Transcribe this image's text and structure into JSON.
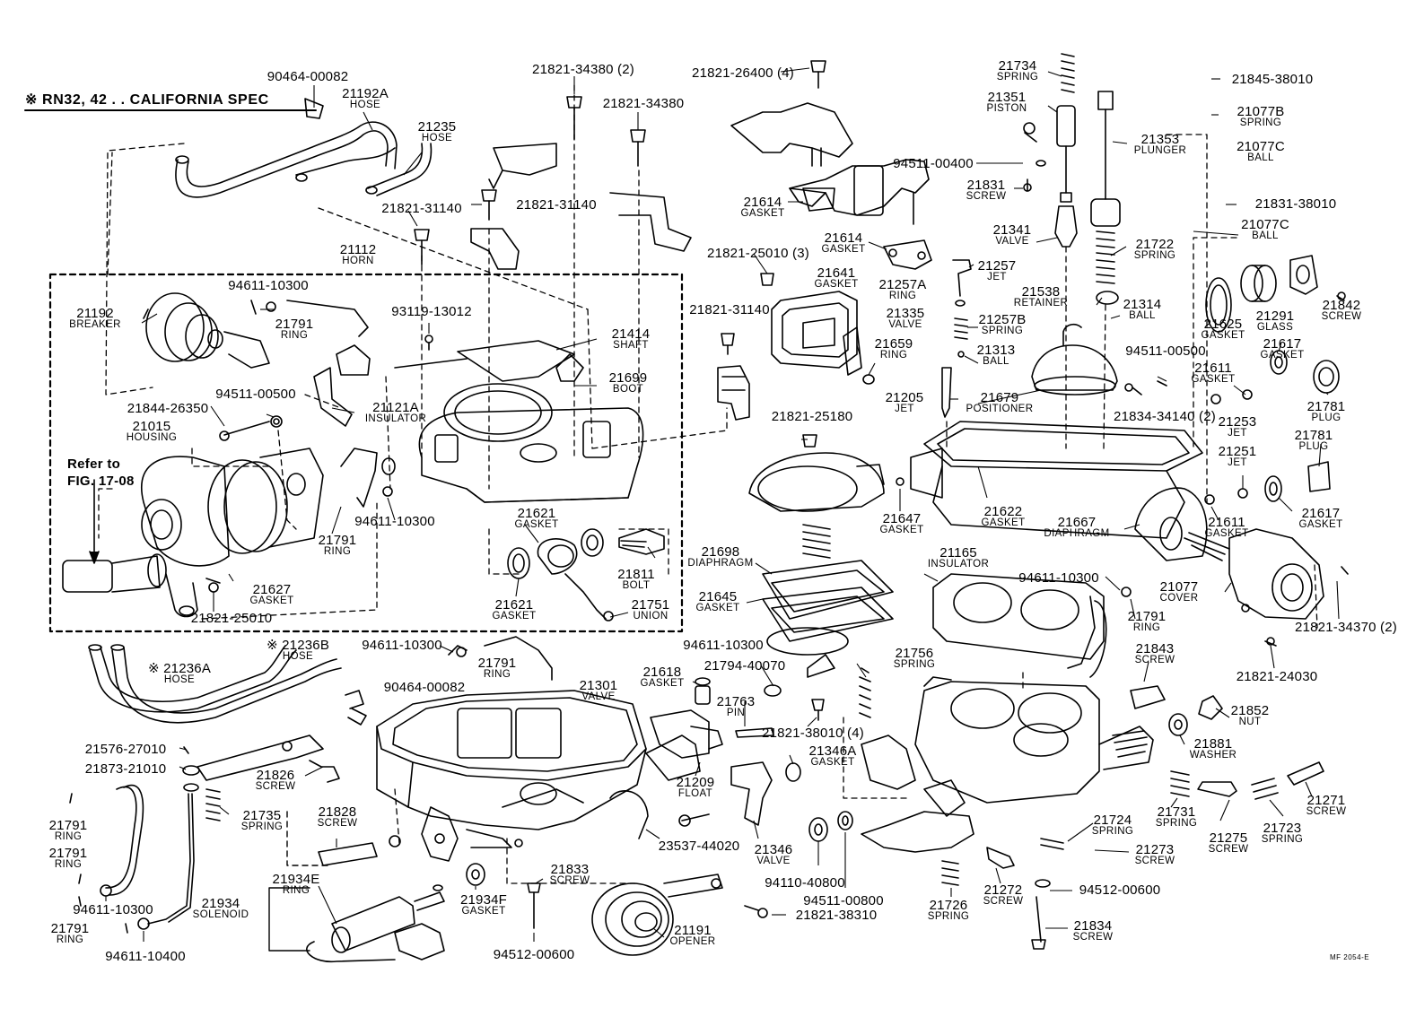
{
  "figure": {
    "spec_note": "※ RN32, 42 . . CALIFORNIA  SPEC",
    "refer_note": "Refer to\nFIG. 17-08",
    "figure_code": "MF  2054-E"
  },
  "parts": [
    {
      "no": "90464-00082",
      "name": ""
    },
    {
      "no": "21192A",
      "name": "HOSE"
    },
    {
      "no": "21235",
      "name": "HOSE"
    },
    {
      "no": "21821-34380 (2)",
      "name": ""
    },
    {
      "no": "21821-34380",
      "name": ""
    },
    {
      "no": "21821-26400 (4)",
      "name": ""
    },
    {
      "no": "21734",
      "name": "SPRING"
    },
    {
      "no": "21351",
      "name": "PISTON"
    },
    {
      "no": "21353",
      "name": "PLUNGER"
    },
    {
      "no": "21845-38010",
      "name": ""
    },
    {
      "no": "21077B",
      "name": "SPRING"
    },
    {
      "no": "21077C",
      "name": "BALL"
    },
    {
      "no": "94511-00400",
      "name": ""
    },
    {
      "no": "21831",
      "name": "SCREW"
    },
    {
      "no": "21821-31140",
      "name": ""
    },
    {
      "no": "21821-31140",
      "name": ""
    },
    {
      "no": "21614",
      "name": "GASKET"
    },
    {
      "no": "21614",
      "name": "GASKET"
    },
    {
      "no": "21341",
      "name": "VALVE"
    },
    {
      "no": "21722",
      "name": "SPRING"
    },
    {
      "no": "21831-38010",
      "name": ""
    },
    {
      "no": "21077C",
      "name": "BALL"
    },
    {
      "no": "21112",
      "name": "HORN"
    },
    {
      "no": "21821-25010 (3)",
      "name": ""
    },
    {
      "no": "21257",
      "name": "JET"
    },
    {
      "no": "21641",
      "name": "GASKET"
    },
    {
      "no": "21257A",
      "name": "RING"
    },
    {
      "no": "21538",
      "name": "RETAINER"
    },
    {
      "no": "21314",
      "name": "BALL"
    },
    {
      "no": "21625",
      "name": "GASKET"
    },
    {
      "no": "21291",
      "name": "GLASS"
    },
    {
      "no": "21842",
      "name": "SCREW"
    },
    {
      "no": "94611-10300",
      "name": ""
    },
    {
      "no": "21192",
      "name": "BREAKER"
    },
    {
      "no": "21791",
      "name": "RING"
    },
    {
      "no": "93119-13012",
      "name": ""
    },
    {
      "no": "21335",
      "name": "VALVE"
    },
    {
      "no": "21257B",
      "name": "SPRING"
    },
    {
      "no": "21821-31140",
      "name": ""
    },
    {
      "no": "21414",
      "name": "SHAFT"
    },
    {
      "no": "21659",
      "name": "RING"
    },
    {
      "no": "21313",
      "name": "BALL"
    },
    {
      "no": "94511-00500",
      "name": ""
    },
    {
      "no": "21617",
      "name": "GASKET"
    },
    {
      "no": "21699",
      "name": "BOOT"
    },
    {
      "no": "21611",
      "name": "GASKET"
    },
    {
      "no": "94511-00500",
      "name": ""
    },
    {
      "no": "21205",
      "name": "JET"
    },
    {
      "no": "21679",
      "name": "POSITIONER"
    },
    {
      "no": "21781",
      "name": "PLUG"
    },
    {
      "no": "21844-26350",
      "name": ""
    },
    {
      "no": "21121A",
      "name": "INSULATOR"
    },
    {
      "no": "21834-34140 (2)",
      "name": ""
    },
    {
      "no": "21253",
      "name": "JET"
    },
    {
      "no": "21821-25180",
      "name": ""
    },
    {
      "no": "21015",
      "name": "HOUSING"
    },
    {
      "no": "21781",
      "name": "PLUG"
    },
    {
      "no": "21251",
      "name": "JET"
    },
    {
      "no": "21622",
      "name": "GASKET"
    },
    {
      "no": "21647",
      "name": "GASKET"
    },
    {
      "no": "21667",
      "name": "DIAPHRAGM"
    },
    {
      "no": "21611",
      "name": "GASKET"
    },
    {
      "no": "21617",
      "name": "GASKET"
    },
    {
      "no": "21621",
      "name": "GASKET"
    },
    {
      "no": "94611-10300",
      "name": ""
    },
    {
      "no": "21791",
      "name": "RING"
    },
    {
      "no": "21698",
      "name": "DIAPHRAGM"
    },
    {
      "no": "21165",
      "name": "INSULATOR"
    },
    {
      "no": "21811",
      "name": "BOLT"
    },
    {
      "no": "94611-10300",
      "name": ""
    },
    {
      "no": "21077",
      "name": "COVER"
    },
    {
      "no": "21627",
      "name": "GASKET"
    },
    {
      "no": "21645",
      "name": "GASKET"
    },
    {
      "no": "21791",
      "name": "RING"
    },
    {
      "no": "21821-25010",
      "name": ""
    },
    {
      "no": "21621",
      "name": "GASKET"
    },
    {
      "no": "21751",
      "name": "UNION"
    },
    {
      "no": "21821-34370 (2)",
      "name": ""
    },
    {
      "no": "94611-10300",
      "name": ""
    },
    {
      "no": "※ 21236B",
      "name": "HOSE"
    },
    {
      "no": "94611-10300",
      "name": ""
    },
    {
      "no": "21756",
      "name": "SPRING"
    },
    {
      "no": "21843",
      "name": "SCREW"
    },
    {
      "no": "21821-24030",
      "name": ""
    },
    {
      "no": "21791",
      "name": "RING"
    },
    {
      "no": "※ 21236A",
      "name": "HOSE"
    },
    {
      "no": "21618",
      "name": "GASKET"
    },
    {
      "no": "21794-40070",
      "name": ""
    },
    {
      "no": "21301",
      "name": "VALVE"
    },
    {
      "no": "90464-00082",
      "name": ""
    },
    {
      "no": "21763",
      "name": "PIN"
    },
    {
      "no": "21852",
      "name": "NUT"
    },
    {
      "no": "21821-38010 (4)",
      "name": ""
    },
    {
      "no": "21346A",
      "name": "GASKET"
    },
    {
      "no": "21881",
      "name": "WASHER"
    },
    {
      "no": "21576-27010",
      "name": ""
    },
    {
      "no": "21873-21010",
      "name": ""
    },
    {
      "no": "21826",
      "name": "SCREW"
    },
    {
      "no": "21209",
      "name": "FLOAT"
    },
    {
      "no": "21735",
      "name": "SPRING"
    },
    {
      "no": "21828",
      "name": "SCREW"
    },
    {
      "no": "23537-44020",
      "name": ""
    },
    {
      "no": "21346",
      "name": "VALVE"
    },
    {
      "no": "21724",
      "name": "SPRING"
    },
    {
      "no": "21731",
      "name": "SPRING"
    },
    {
      "no": "21275",
      "name": "SCREW"
    },
    {
      "no": "21723",
      "name": "SPRING"
    },
    {
      "no": "21271",
      "name": "SCREW"
    },
    {
      "no": "21791",
      "name": "RING"
    },
    {
      "no": "21791",
      "name": "RING"
    },
    {
      "no": "21833",
      "name": "SCREW"
    },
    {
      "no": "94110-40800",
      "name": ""
    },
    {
      "no": "21273",
      "name": "SCREW"
    },
    {
      "no": "21934E",
      "name": "RING"
    },
    {
      "no": "21934F",
      "name": "GASKET"
    },
    {
      "no": "21272",
      "name": "SCREW"
    },
    {
      "no": "94511-00800",
      "name": ""
    },
    {
      "no": "21726",
      "name": "SPRING"
    },
    {
      "no": "94512-00600",
      "name": ""
    },
    {
      "no": "94611-10300",
      "name": ""
    },
    {
      "no": "21934",
      "name": "SOLENOID"
    },
    {
      "no": "21821-38310",
      "name": ""
    },
    {
      "no": "21834",
      "name": "SCREW"
    },
    {
      "no": "21791",
      "name": "RING"
    },
    {
      "no": "21191",
      "name": "OPENER"
    },
    {
      "no": "94611-10400",
      "name": ""
    },
    {
      "no": "94512-00600",
      "name": ""
    }
  ]
}
